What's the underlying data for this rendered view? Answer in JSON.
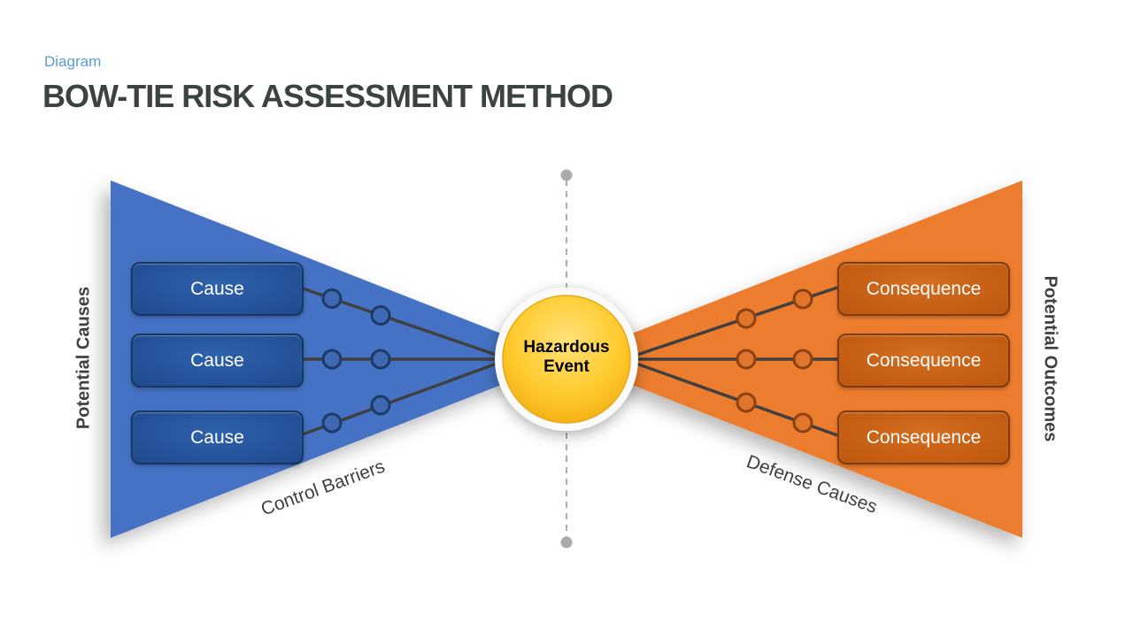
{
  "header": {
    "eyebrow": "Diagram",
    "title": "BOW-TIE RISK ASSESSMENT METHOD"
  },
  "diagram": {
    "left": {
      "side_label": "Potential Causes",
      "edge_label": "Control Barriers",
      "fan_color": "#4472C4",
      "box_fill": "#26539B",
      "box_border": "#17375E",
      "cause_labels": [
        "Cause",
        "Cause",
        "Cause"
      ]
    },
    "right": {
      "side_label": "Potential Outcomes",
      "edge_label": "Defense Causes",
      "fan_color": "#EC7C2D",
      "box_fill": "#C75F14",
      "box_border": "#7E3B09",
      "consequence_labels": [
        "Consequence",
        "Consequence",
        "Consequence"
      ]
    },
    "center": {
      "label": "Hazardous Event",
      "circle_color": "#FFC516",
      "ring_color": "#FAFAFA"
    },
    "colors": {
      "connector_line": "#404040",
      "dashed_axis": "#ABABAB",
      "eyebrow_text": "#5B9BD5",
      "title_text": "#3B4340",
      "label_text": "#404040",
      "blue_node_fill": "#3E68B2",
      "blue_node_stroke": "#1E3A66",
      "orange_node_fill": "#E0752B",
      "orange_node_stroke": "#8A4010"
    }
  }
}
